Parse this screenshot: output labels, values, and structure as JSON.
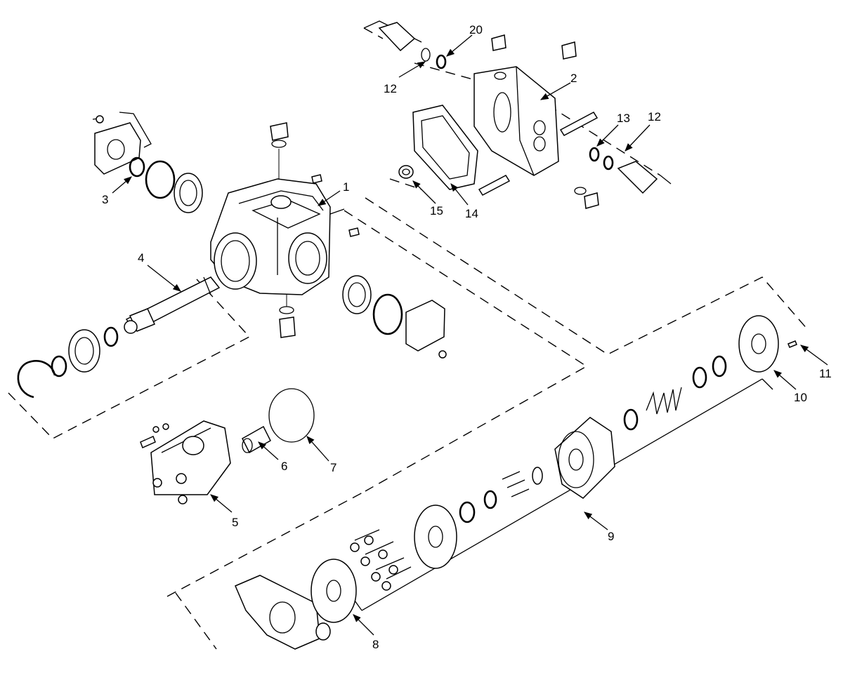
{
  "callouts": {
    "c1": "1",
    "c2": "2",
    "c3": "3",
    "c4": "4",
    "c5": "5",
    "c6": "6",
    "c7": "7",
    "c8": "8",
    "c9": "9",
    "c10": "10",
    "c11": "11",
    "c12a": "12",
    "c12b": "12",
    "c13": "13",
    "c14": "14",
    "c15": "15",
    "c20": "20"
  }
}
